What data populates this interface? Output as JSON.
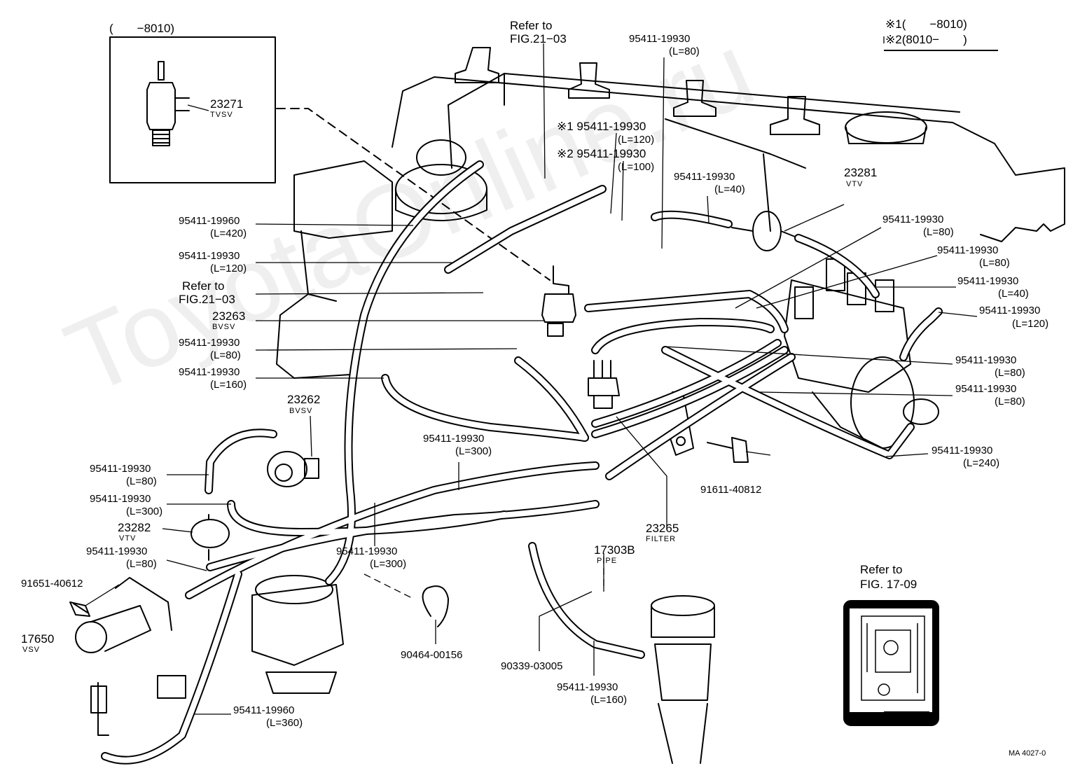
{
  "watermark": "ToyotaOnline.ru",
  "inset_top_left": {
    "range": "(　　−8010)"
  },
  "legend": {
    "note1": "※1(　　−8010)",
    "note2": "※2(8010−　　)"
  },
  "figure_code": "MA 4027-0",
  "inset_ref": {
    "line1": "Refer to",
    "line2": "FIG. 17-09"
  },
  "labels": [
    {
      "id": "l01",
      "text": "23271"
    },
    {
      "id": "l02",
      "text": "TVSV"
    },
    {
      "id": "l03",
      "text": "Refer to"
    },
    {
      "id": "l04",
      "text": "FIG.21−03"
    },
    {
      "id": "l05",
      "text": "95411-19930"
    },
    {
      "id": "l06",
      "text": "(L=80)"
    },
    {
      "id": "l07",
      "text": "※1 95411-19930"
    },
    {
      "id": "l08",
      "text": "(L=120)"
    },
    {
      "id": "l09",
      "text": "※2 95411-19930"
    },
    {
      "id": "l10",
      "text": "(L=100)"
    },
    {
      "id": "l11",
      "text": "95411-19930"
    },
    {
      "id": "l12",
      "text": "(L=40)"
    },
    {
      "id": "l13",
      "text": "23281"
    },
    {
      "id": "l14",
      "text": "VTV"
    },
    {
      "id": "l15",
      "text": "95411-19930"
    },
    {
      "id": "l16",
      "text": "(L=80)"
    },
    {
      "id": "l17",
      "text": "95411-19930"
    },
    {
      "id": "l18",
      "text": "(L=80)"
    },
    {
      "id": "l19",
      "text": "95411-19930"
    },
    {
      "id": "l20",
      "text": "(L=40)"
    },
    {
      "id": "l21",
      "text": "95411-19930"
    },
    {
      "id": "l22",
      "text": "(L=120)"
    },
    {
      "id": "l23",
      "text": "95411-19930"
    },
    {
      "id": "l24",
      "text": "(L=80)"
    },
    {
      "id": "l25",
      "text": "95411-19930"
    },
    {
      "id": "l26",
      "text": "(L=80)"
    },
    {
      "id": "l27",
      "text": "95411-19930"
    },
    {
      "id": "l28",
      "text": "(L=240)"
    },
    {
      "id": "l29",
      "text": "91611-40812"
    },
    {
      "id": "l30",
      "text": "23265"
    },
    {
      "id": "l31",
      "text": "FILTER"
    },
    {
      "id": "l32",
      "text": "17303B"
    },
    {
      "id": "l33",
      "text": "PIPE"
    },
    {
      "id": "l34",
      "text": "95411-19960"
    },
    {
      "id": "l35",
      "text": "(L=420)"
    },
    {
      "id": "l36",
      "text": "95411-19930"
    },
    {
      "id": "l37",
      "text": "(L=120)"
    },
    {
      "id": "l38",
      "text": "Refer to"
    },
    {
      "id": "l39",
      "text": "FIG.21−03"
    },
    {
      "id": "l40",
      "text": "23263"
    },
    {
      "id": "l41",
      "text": "BVSV"
    },
    {
      "id": "l42",
      "text": "95411-19930"
    },
    {
      "id": "l43",
      "text": "(L=80)"
    },
    {
      "id": "l44",
      "text": "95411-19930"
    },
    {
      "id": "l45",
      "text": "(L=160)"
    },
    {
      "id": "l46",
      "text": "23262"
    },
    {
      "id": "l47",
      "text": "BVSV"
    },
    {
      "id": "l48",
      "text": "95411-19930"
    },
    {
      "id": "l49",
      "text": "(L=300)"
    },
    {
      "id": "l50",
      "text": "95411-19930"
    },
    {
      "id": "l51",
      "text": "(L=80)"
    },
    {
      "id": "l52",
      "text": "95411-19930"
    },
    {
      "id": "l53",
      "text": "(L=300)"
    },
    {
      "id": "l54",
      "text": "23282"
    },
    {
      "id": "l55",
      "text": "VTV"
    },
    {
      "id": "l56",
      "text": "95411-19930"
    },
    {
      "id": "l57",
      "text": "(L=80)"
    },
    {
      "id": "l58",
      "text": "95411-19930"
    },
    {
      "id": "l59",
      "text": "(L=300)"
    },
    {
      "id": "l60",
      "text": "91651-40612"
    },
    {
      "id": "l61",
      "text": "17650"
    },
    {
      "id": "l62",
      "text": "VSV"
    },
    {
      "id": "l63",
      "text": "90464-00156"
    },
    {
      "id": "l64",
      "text": "90339-03005"
    },
    {
      "id": "l65",
      "text": "95411-19930"
    },
    {
      "id": "l66",
      "text": "(L=160)"
    },
    {
      "id": "l67",
      "text": "95411-19960"
    },
    {
      "id": "l68",
      "text": "(L=360)"
    }
  ]
}
